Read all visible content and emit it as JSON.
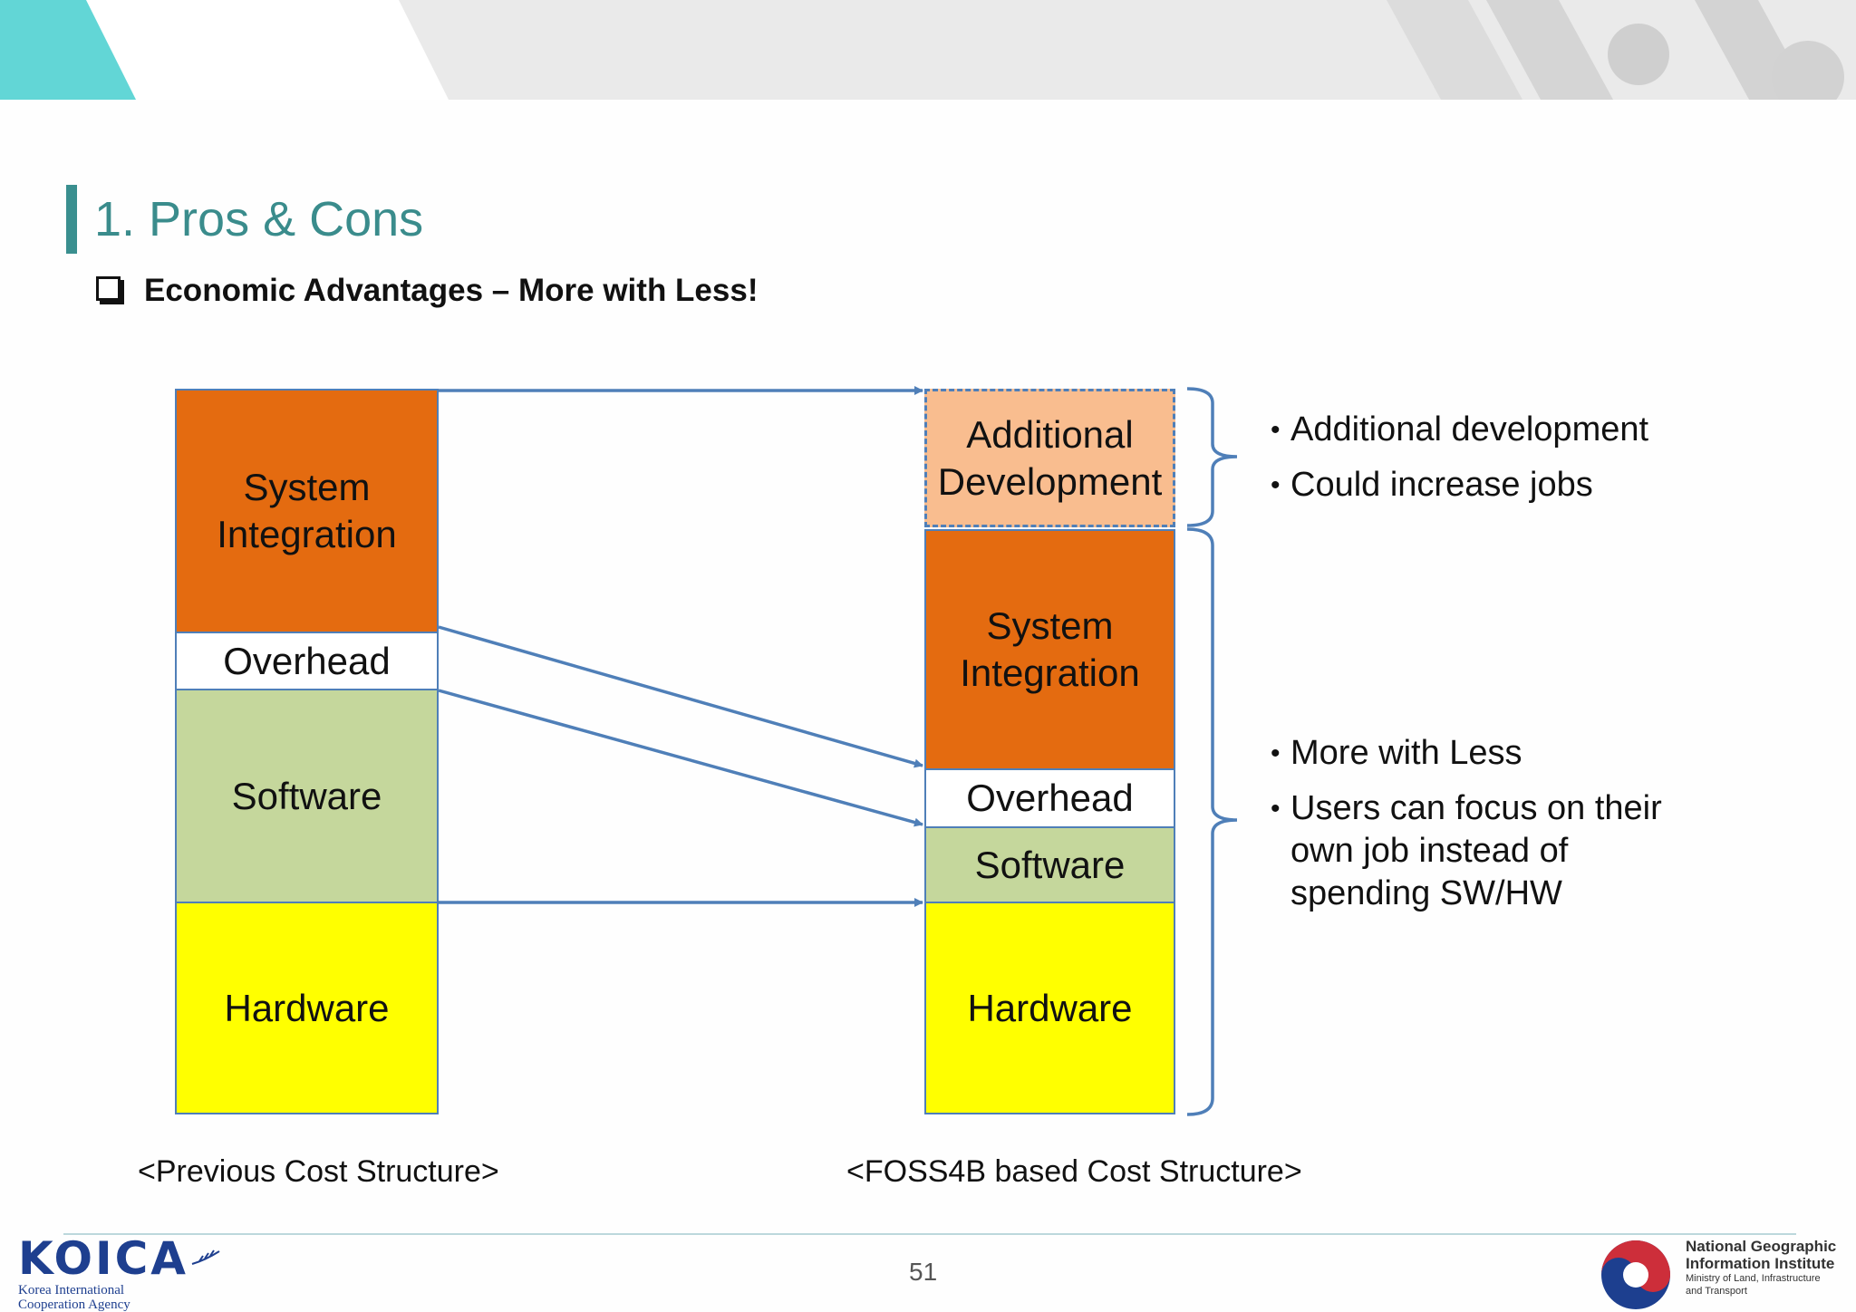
{
  "slide": {
    "title": "1. Pros & Cons",
    "subtitle": "Economic Advantages – More with Less!",
    "page_number": "51"
  },
  "colors": {
    "teal_accent": "#3a8c8c",
    "system_integration": "#e46b10",
    "additional_development": "#f9bd8f",
    "software": "#c5d79c",
    "hardware": "#ffff00",
    "overhead": "#ffffff",
    "arrow_blue": "#4f7fb8"
  },
  "previous_structure": {
    "caption": "<Previous Cost Structure>",
    "blocks": {
      "system_integration": "System\nIntegration",
      "overhead": "Overhead",
      "software": "Software",
      "hardware": "Hardware"
    }
  },
  "foss_structure": {
    "caption": "<FOSS4B based Cost Structure>",
    "blocks": {
      "additional_development": "Additional\nDevelopment",
      "system_integration": "System\nIntegration",
      "overhead": "Overhead",
      "software": "Software",
      "hardware": "Hardware"
    }
  },
  "bullets_top": [
    "Additional development",
    "Could increase jobs"
  ],
  "bullets_bottom": [
    "More with Less",
    "Users can focus on their own job instead of spending SW/HW"
  ],
  "logos": {
    "koica": {
      "mark": "KOICA",
      "line1": "Korea International",
      "line2": "Cooperation Agency"
    },
    "ngii": {
      "line1": "National Geographic",
      "line2": "Information Institute",
      "line3": "Ministry of Land, Infrastructure",
      "line4": "and Transport"
    }
  }
}
